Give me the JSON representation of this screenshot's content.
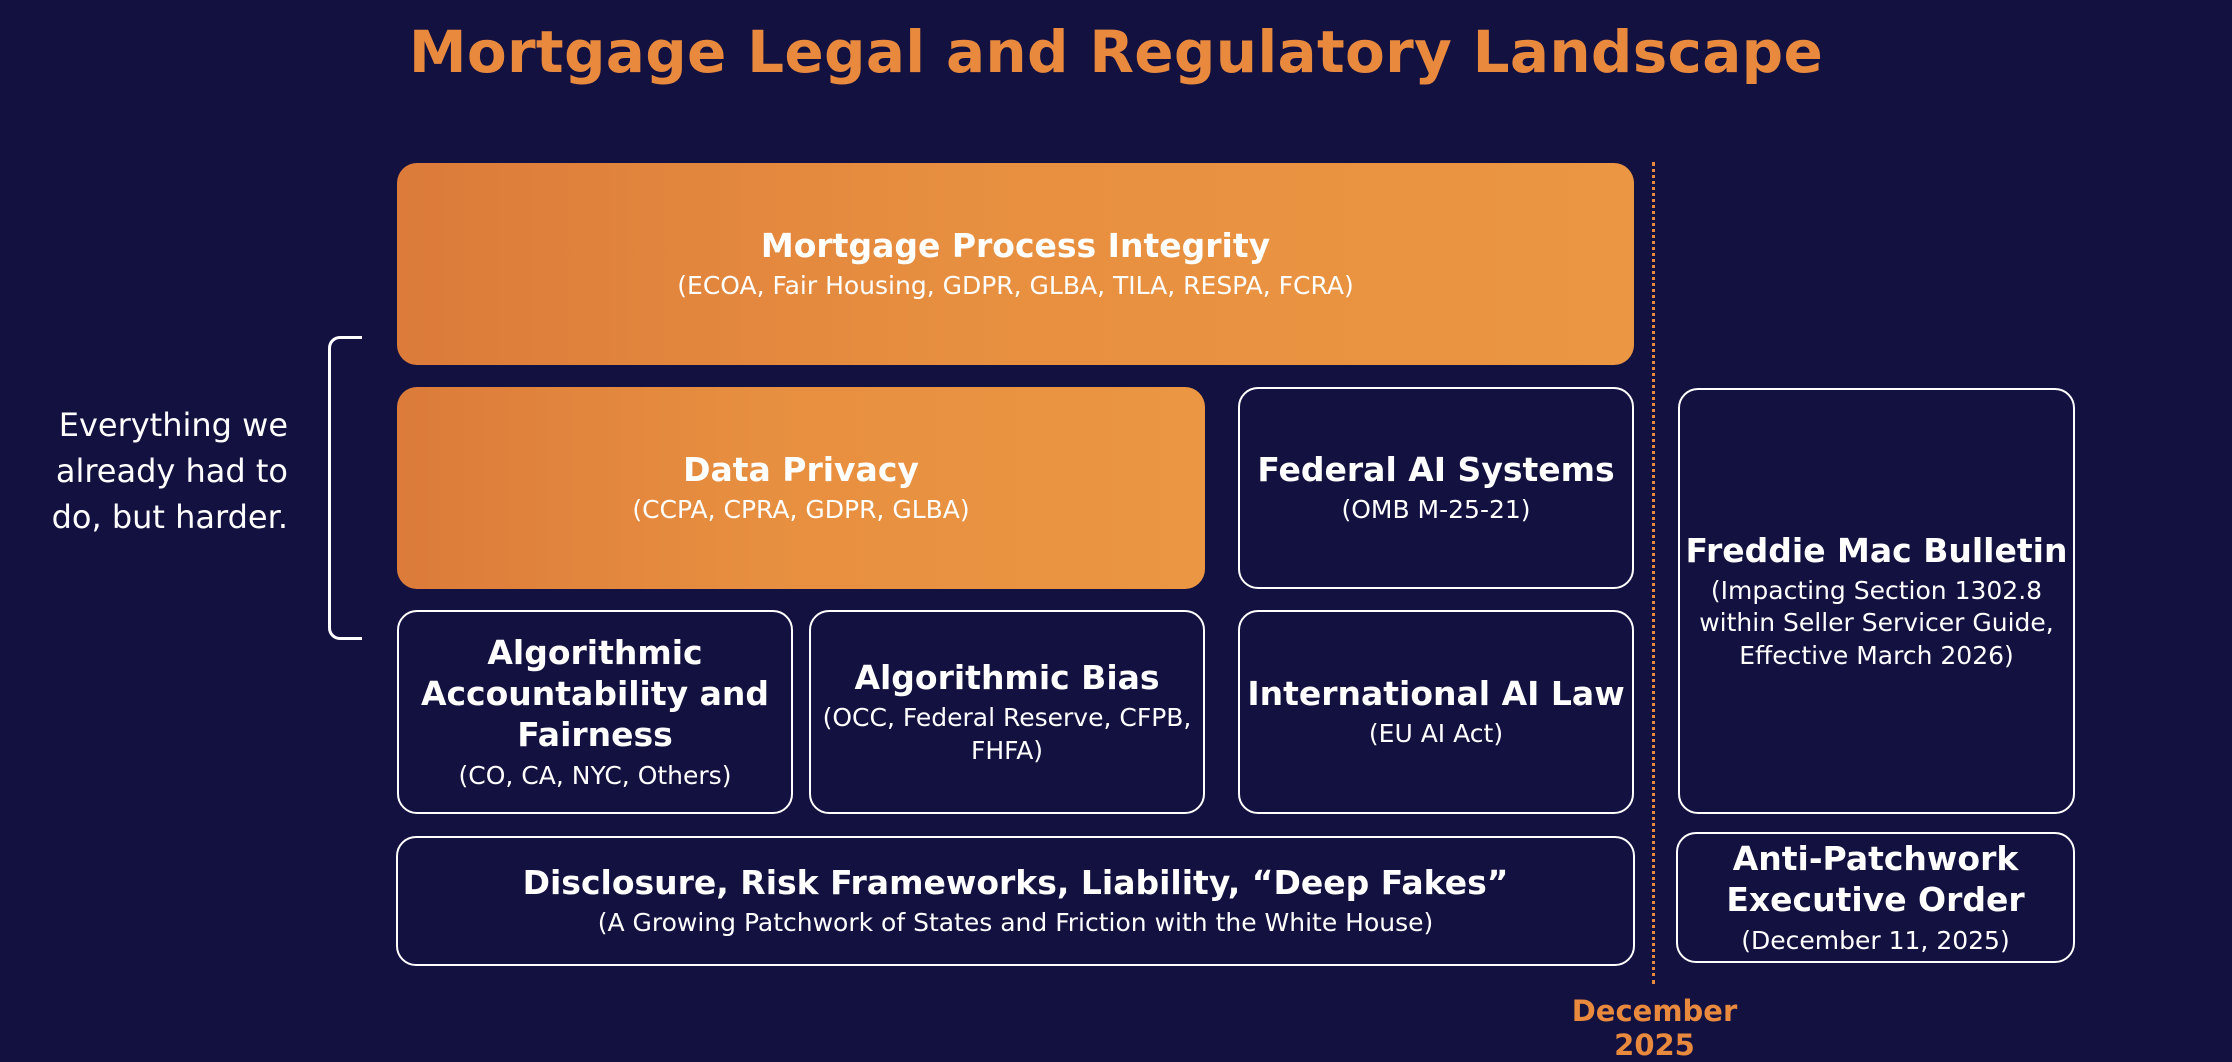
{
  "title": "Mortgage Legal and Regulatory Landscape",
  "side_note": {
    "lines": [
      "Everything we",
      "already had to",
      "do, but harder."
    ]
  },
  "boxes": {
    "mortgage_process": {
      "title": "Mortgage Process Integrity",
      "subtitle": "(ECOA, Fair Housing, GDPR, GLBA, TILA, RESPA, FCRA)"
    },
    "data_privacy": {
      "title": "Data Privacy",
      "subtitle": "(CCPA, CPRA, GDPR, GLBA)"
    },
    "federal_ai": {
      "title": "Federal AI Systems",
      "subtitle": "(OMB M-25-21)"
    },
    "algorithmic_accountability": {
      "title_lines": [
        "Algorithmic",
        "Accountability and",
        "Fairness"
      ],
      "subtitle": "(CO, CA, NYC, Others)"
    },
    "algorithmic_bias": {
      "title": "Algorithmic Bias",
      "subtitle_lines": [
        "(OCC, Federal Reserve, CFPB,",
        "FHFA)"
      ]
    },
    "international_ai": {
      "title": "International AI Law",
      "subtitle": "(EU AI Act)"
    },
    "disclosure": {
      "title": "Disclosure, Risk Frameworks, Liability, “Deep Fakes”",
      "subtitle": "(A Growing Patchwork of States and Friction with the White House)"
    },
    "freddie_mac": {
      "title": "Freddie Mac Bulletin",
      "subtitle_lines": [
        "(Impacting Section 1302.8",
        "within Seller Servicer Guide,",
        "Effective March 2026)"
      ]
    },
    "anti_patchwork": {
      "title_lines": [
        "Anti-Patchwork",
        "Executive Order"
      ],
      "subtitle": "(December 11, 2025)"
    }
  },
  "timeline": {
    "date_label": "December 2025"
  },
  "colors": {
    "background": "#131140",
    "accent": "#e8893e",
    "gradient_start": "#dc7b3a",
    "gradient_end": "#eb9642",
    "outline": "#ffffff"
  }
}
